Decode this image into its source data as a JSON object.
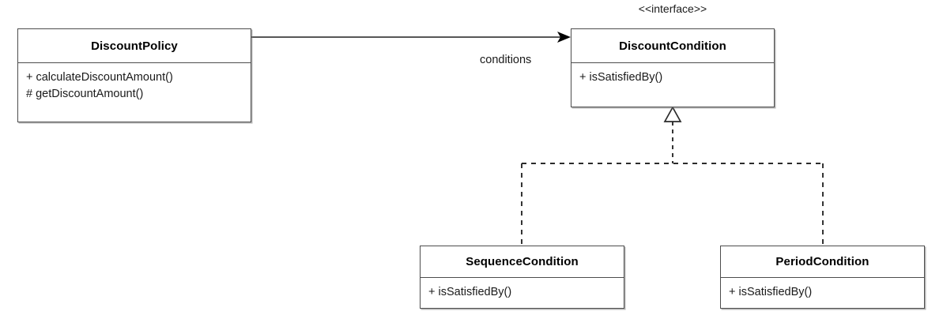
{
  "diagram": {
    "type": "uml-class-diagram",
    "background": "#ffffff",
    "line_color": "#4d4d4d",
    "text_color": "#1a1a1a",
    "classes": [
      {
        "id": "discount-policy",
        "name": "DiscountPolicy",
        "stereotype": null,
        "members": [
          "+ calculateDiscountAmount()",
          "# getDiscountAmount()"
        ]
      },
      {
        "id": "discount-condition",
        "name": "DiscountCondition",
        "stereotype": "<<interface>>",
        "members": [
          "+ isSatisfiedBy()"
        ]
      },
      {
        "id": "sequence-condition",
        "name": "SequenceCondition",
        "stereotype": null,
        "members": [
          "+ isSatisfiedBy()"
        ]
      },
      {
        "id": "period-condition",
        "name": "PeriodCondition",
        "stereotype": null,
        "members": [
          "+ isSatisfiedBy()"
        ]
      }
    ],
    "relationships": [
      {
        "id": "policy-to-condition",
        "kind": "association",
        "style": "solid",
        "arrowhead": "filled-open-arrow",
        "from": "discount-policy",
        "to": "discount-condition",
        "label": "conditions"
      },
      {
        "id": "sequence-realizes-condition",
        "kind": "realization",
        "style": "dashed",
        "arrowhead": "hollow-triangle",
        "from": "sequence-condition",
        "to": "discount-condition",
        "label": null
      },
      {
        "id": "period-realizes-condition",
        "kind": "realization",
        "style": "dashed",
        "arrowhead": "hollow-triangle",
        "from": "period-condition",
        "to": "discount-condition",
        "label": null
      }
    ]
  }
}
